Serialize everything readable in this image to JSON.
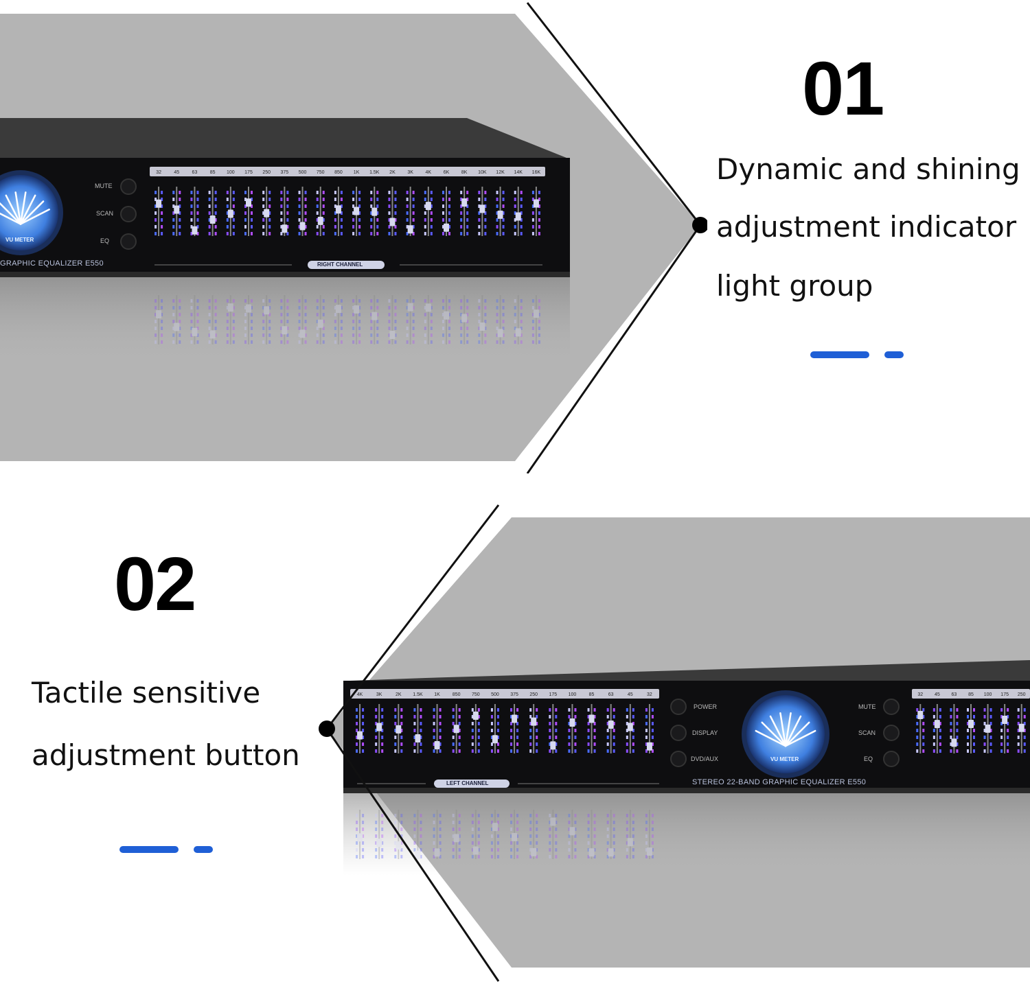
{
  "accent_color": "#1f5fd6",
  "background_color": "#ffffff",
  "panel_color": "#b4b4b4",
  "features": [
    {
      "number": "01",
      "caption_lines": [
        "Dynamic and shining",
        "adjustment indicator",
        "light group"
      ],
      "image_icon": "equalizer-device-photo"
    },
    {
      "number": "02",
      "caption_lines": [
        "Tactile sensitive",
        "adjustment button"
      ],
      "image_icon": "equalizer-device-photo"
    }
  ],
  "device_top": {
    "freq_labels": [
      "32",
      "45",
      "63",
      "85",
      "100",
      "175",
      "250",
      "375",
      "500",
      "750",
      "850",
      "1K",
      "1.5K",
      "2K",
      "3K",
      "4K",
      "6K",
      "8K",
      "10K",
      "12K",
      "14K",
      "16K"
    ],
    "buttons": [
      "MUTE",
      "SCAN",
      "EQ"
    ],
    "meter_label": "VU METER",
    "model_label": "GRAPHIC EQUALIZER E550",
    "channel_label": "RIGHT CHANNEL"
  },
  "device_bottom": {
    "freq_labels": [
      "4K",
      "3K",
      "2K",
      "1.5K",
      "1K",
      "850",
      "750",
      "500",
      "375",
      "250",
      "175",
      "100",
      "85",
      "63",
      "45",
      "32"
    ],
    "right_freq_labels": [
      "32",
      "45",
      "63",
      "85",
      "100",
      "175",
      "250"
    ],
    "left_buttons": [
      "POWER",
      "DISPLAY",
      "DVD/AUX"
    ],
    "right_buttons": [
      "MUTE",
      "SCAN",
      "EQ"
    ],
    "meter_label": "VU METER",
    "model_label": "STEREO 22-BAND GRAPHIC EQUALIZER E550",
    "channel_label": "LEFT CHANNEL"
  }
}
